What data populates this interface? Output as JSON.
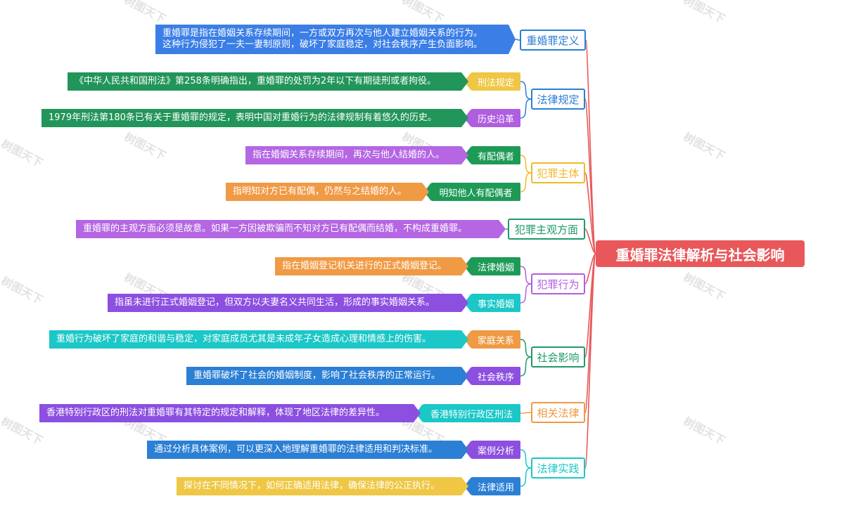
{
  "watermark": "树图天下",
  "root": {
    "label": "重婚罪法律解析与社会影响",
    "color": "#e8585a"
  },
  "categories": [
    {
      "label": "重婚罪定义",
      "color": "#2b7fd4"
    },
    {
      "label": "法律规定",
      "color": "#2b7fd4"
    },
    {
      "label": "犯罪主体",
      "color": "#f0b929"
    },
    {
      "label": "犯罪主观方面",
      "color": "#1e9a6a"
    },
    {
      "label": "犯罪行为",
      "color": "#b35ee0"
    },
    {
      "label": "社会影响",
      "color": "#1e9a6a"
    },
    {
      "label": "相关法律",
      "color": "#ef9a45"
    },
    {
      "label": "法律实践",
      "color": "#1bc7c7"
    }
  ],
  "tags": [
    {
      "label": "刑法规定",
      "color": "#efc744"
    },
    {
      "label": "历史沿革",
      "color": "#b05ee0"
    },
    {
      "label": "有配偶者",
      "color": "#1e9a57"
    },
    {
      "label": "明知他人有配偶者",
      "color": "#1e9a57"
    },
    {
      "label": "法律婚姻",
      "color": "#1e9a57"
    },
    {
      "label": "事实婚姻",
      "color": "#1bc7c7"
    },
    {
      "label": "家庭关系",
      "color": "#ef9a45"
    },
    {
      "label": "社会秩序",
      "color": "#8c4fe0"
    },
    {
      "label": "香港特别行政区刑法",
      "color": "#1bc7c7"
    },
    {
      "label": "案例分析",
      "color": "#8c4fe0"
    },
    {
      "label": "法律适用",
      "color": "#2b7fd4"
    }
  ],
  "descs": [
    {
      "line1": "重婚罪是指在婚姻关系存续期间，一方或双方再次与他人建立婚姻关系的行为。",
      "line2": "这种行为侵犯了一夫一妻制原则，破坏了家庭稳定，对社会秩序产生负面影响。",
      "color": "#3a7ee6"
    },
    {
      "line1": "《中华人民共和国刑法》第258条明确指出，重婚罪的处罚为2年以下有期徒刑或者拘役。",
      "color": "#22955a"
    },
    {
      "line1": "1979年刑法第180条已有关于重婚罪的规定，表明中国对重婚行为的法律规制有着悠久的历史。",
      "color": "#22955a"
    },
    {
      "line1": "指在婚姻关系存续期间，再次与他人结婚的人。",
      "color": "#b466e3"
    },
    {
      "line1": "指明知对方已有配偶，仍然与之结婚的人。",
      "color": "#f09a45"
    },
    {
      "line1": "重婚罪的主观方面必须是故意。如果一方因被欺骗而不知对方已有配偶而结婚，不构成重婚罪。",
      "color": "#b466e3"
    },
    {
      "line1": "指在婚姻登记机关进行的正式婚姻登记。",
      "color": "#f09a45"
    },
    {
      "line1": "指虽未进行正式婚姻登记，但双方以夫妻名义共同生活，形成的事实婚姻关系。",
      "color": "#8c4fe0"
    },
    {
      "line1": "重婚行为破坏了家庭的和谐与稳定，对家庭成员尤其是未成年子女造成心理和情感上的伤害。",
      "color": "#1bc7c7"
    },
    {
      "line1": "重婚罪破坏了社会的婚姻制度，影响了社会秩序的正常运行。",
      "color": "#2b7fd4"
    },
    {
      "line1": "香港特别行政区的刑法对重婚罪有其特定的规定和解释，体现了地区法律的差异性。",
      "color": "#8c4fe0"
    },
    {
      "line1": "通过分析具体案例，可以更深入地理解重婚罪的法律适用和判决标准。",
      "color": "#2b7fd4"
    },
    {
      "line1": "探讨在不同情况下，如何正确适用法律，确保法律的公正执行。",
      "color": "#efc744"
    }
  ]
}
